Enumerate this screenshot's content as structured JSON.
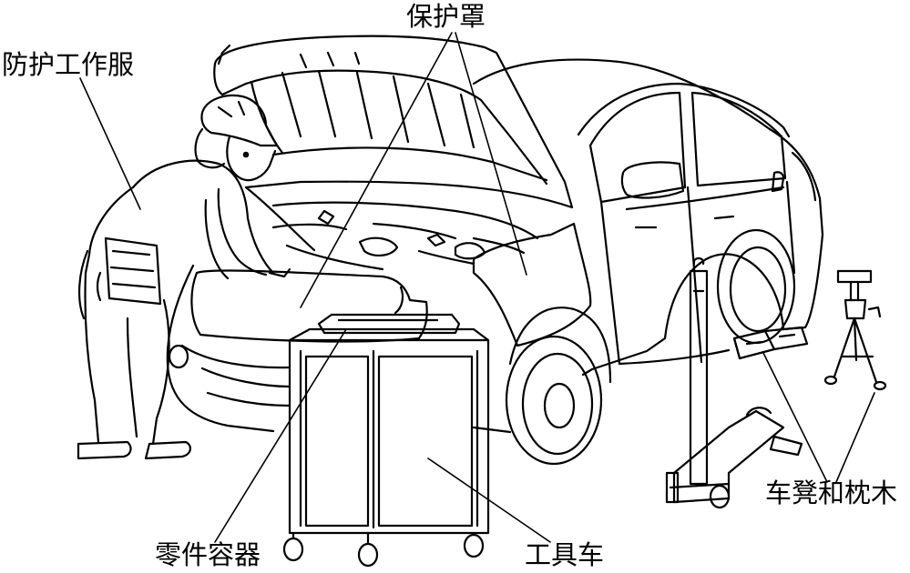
{
  "labels": {
    "protective_cover": "保护罩",
    "protective_clothing": "防护工作服",
    "parts_container": "零件容器",
    "tool_cart": "工具车",
    "stand_and_block": "车凳和枕木"
  },
  "colors": {
    "line": "#000000",
    "background": "#ffffff"
  }
}
